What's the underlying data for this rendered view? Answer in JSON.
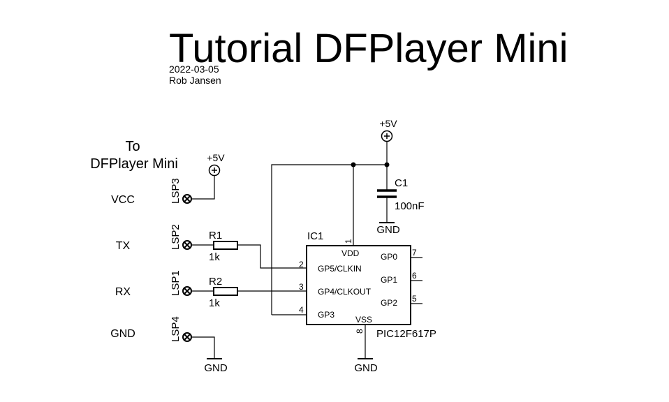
{
  "header": {
    "title": "Tutorial DFPlayer Mini",
    "date": "2022-03-05",
    "author": "Rob Jansen"
  },
  "connector": {
    "heading_line1": "To",
    "heading_line2": "DFPlayer Mini",
    "pins": [
      {
        "ref": "LSP3",
        "signal": "VCC"
      },
      {
        "ref": "LSP2",
        "signal": "TX"
      },
      {
        "ref": "LSP1",
        "signal": "RX"
      },
      {
        "ref": "LSP4",
        "signal": "GND"
      }
    ]
  },
  "power": {
    "vcc_label": "+5V",
    "gnd_label": "GND"
  },
  "resistors": [
    {
      "ref": "R1",
      "value": "1k"
    },
    {
      "ref": "R2",
      "value": "1k"
    }
  ],
  "capacitor": {
    "ref": "C1",
    "value": "100nF"
  },
  "ic": {
    "ref": "IC1",
    "part": "PIC12F617P",
    "pins": [
      {
        "num": "1",
        "name": "VDD"
      },
      {
        "num": "2",
        "name": "GP5/CLKIN"
      },
      {
        "num": "3",
        "name": "GP4/CLKOUT"
      },
      {
        "num": "4",
        "name": "GP3"
      },
      {
        "num": "8",
        "name": "VSS"
      },
      {
        "num": "7",
        "name": "GP0"
      },
      {
        "num": "6",
        "name": "GP1"
      },
      {
        "num": "5",
        "name": "GP2"
      }
    ]
  }
}
